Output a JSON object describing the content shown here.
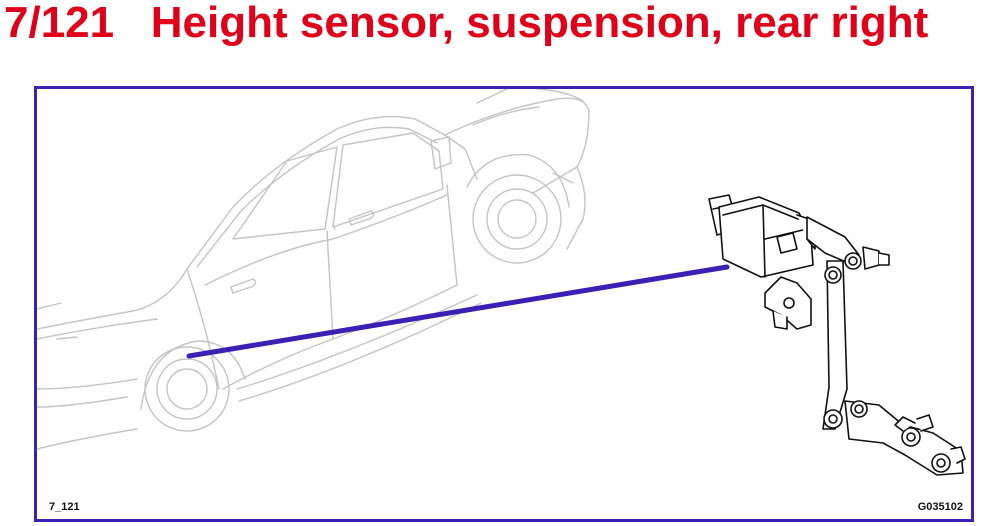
{
  "header": {
    "title": "7/121   Height sensor, suspension, rear right",
    "title_color": "#e0001a"
  },
  "figure": {
    "frame_color": "#3c1fb4",
    "leader_color": "#3c1fb4",
    "car_outline_color": "#c4c4c4",
    "sensor_outline_color": "#111111",
    "car_icon": "car-outline-icon",
    "sensor_icon": "height-sensor-icon",
    "label_left": "7_121",
    "label_right": "G035102"
  }
}
